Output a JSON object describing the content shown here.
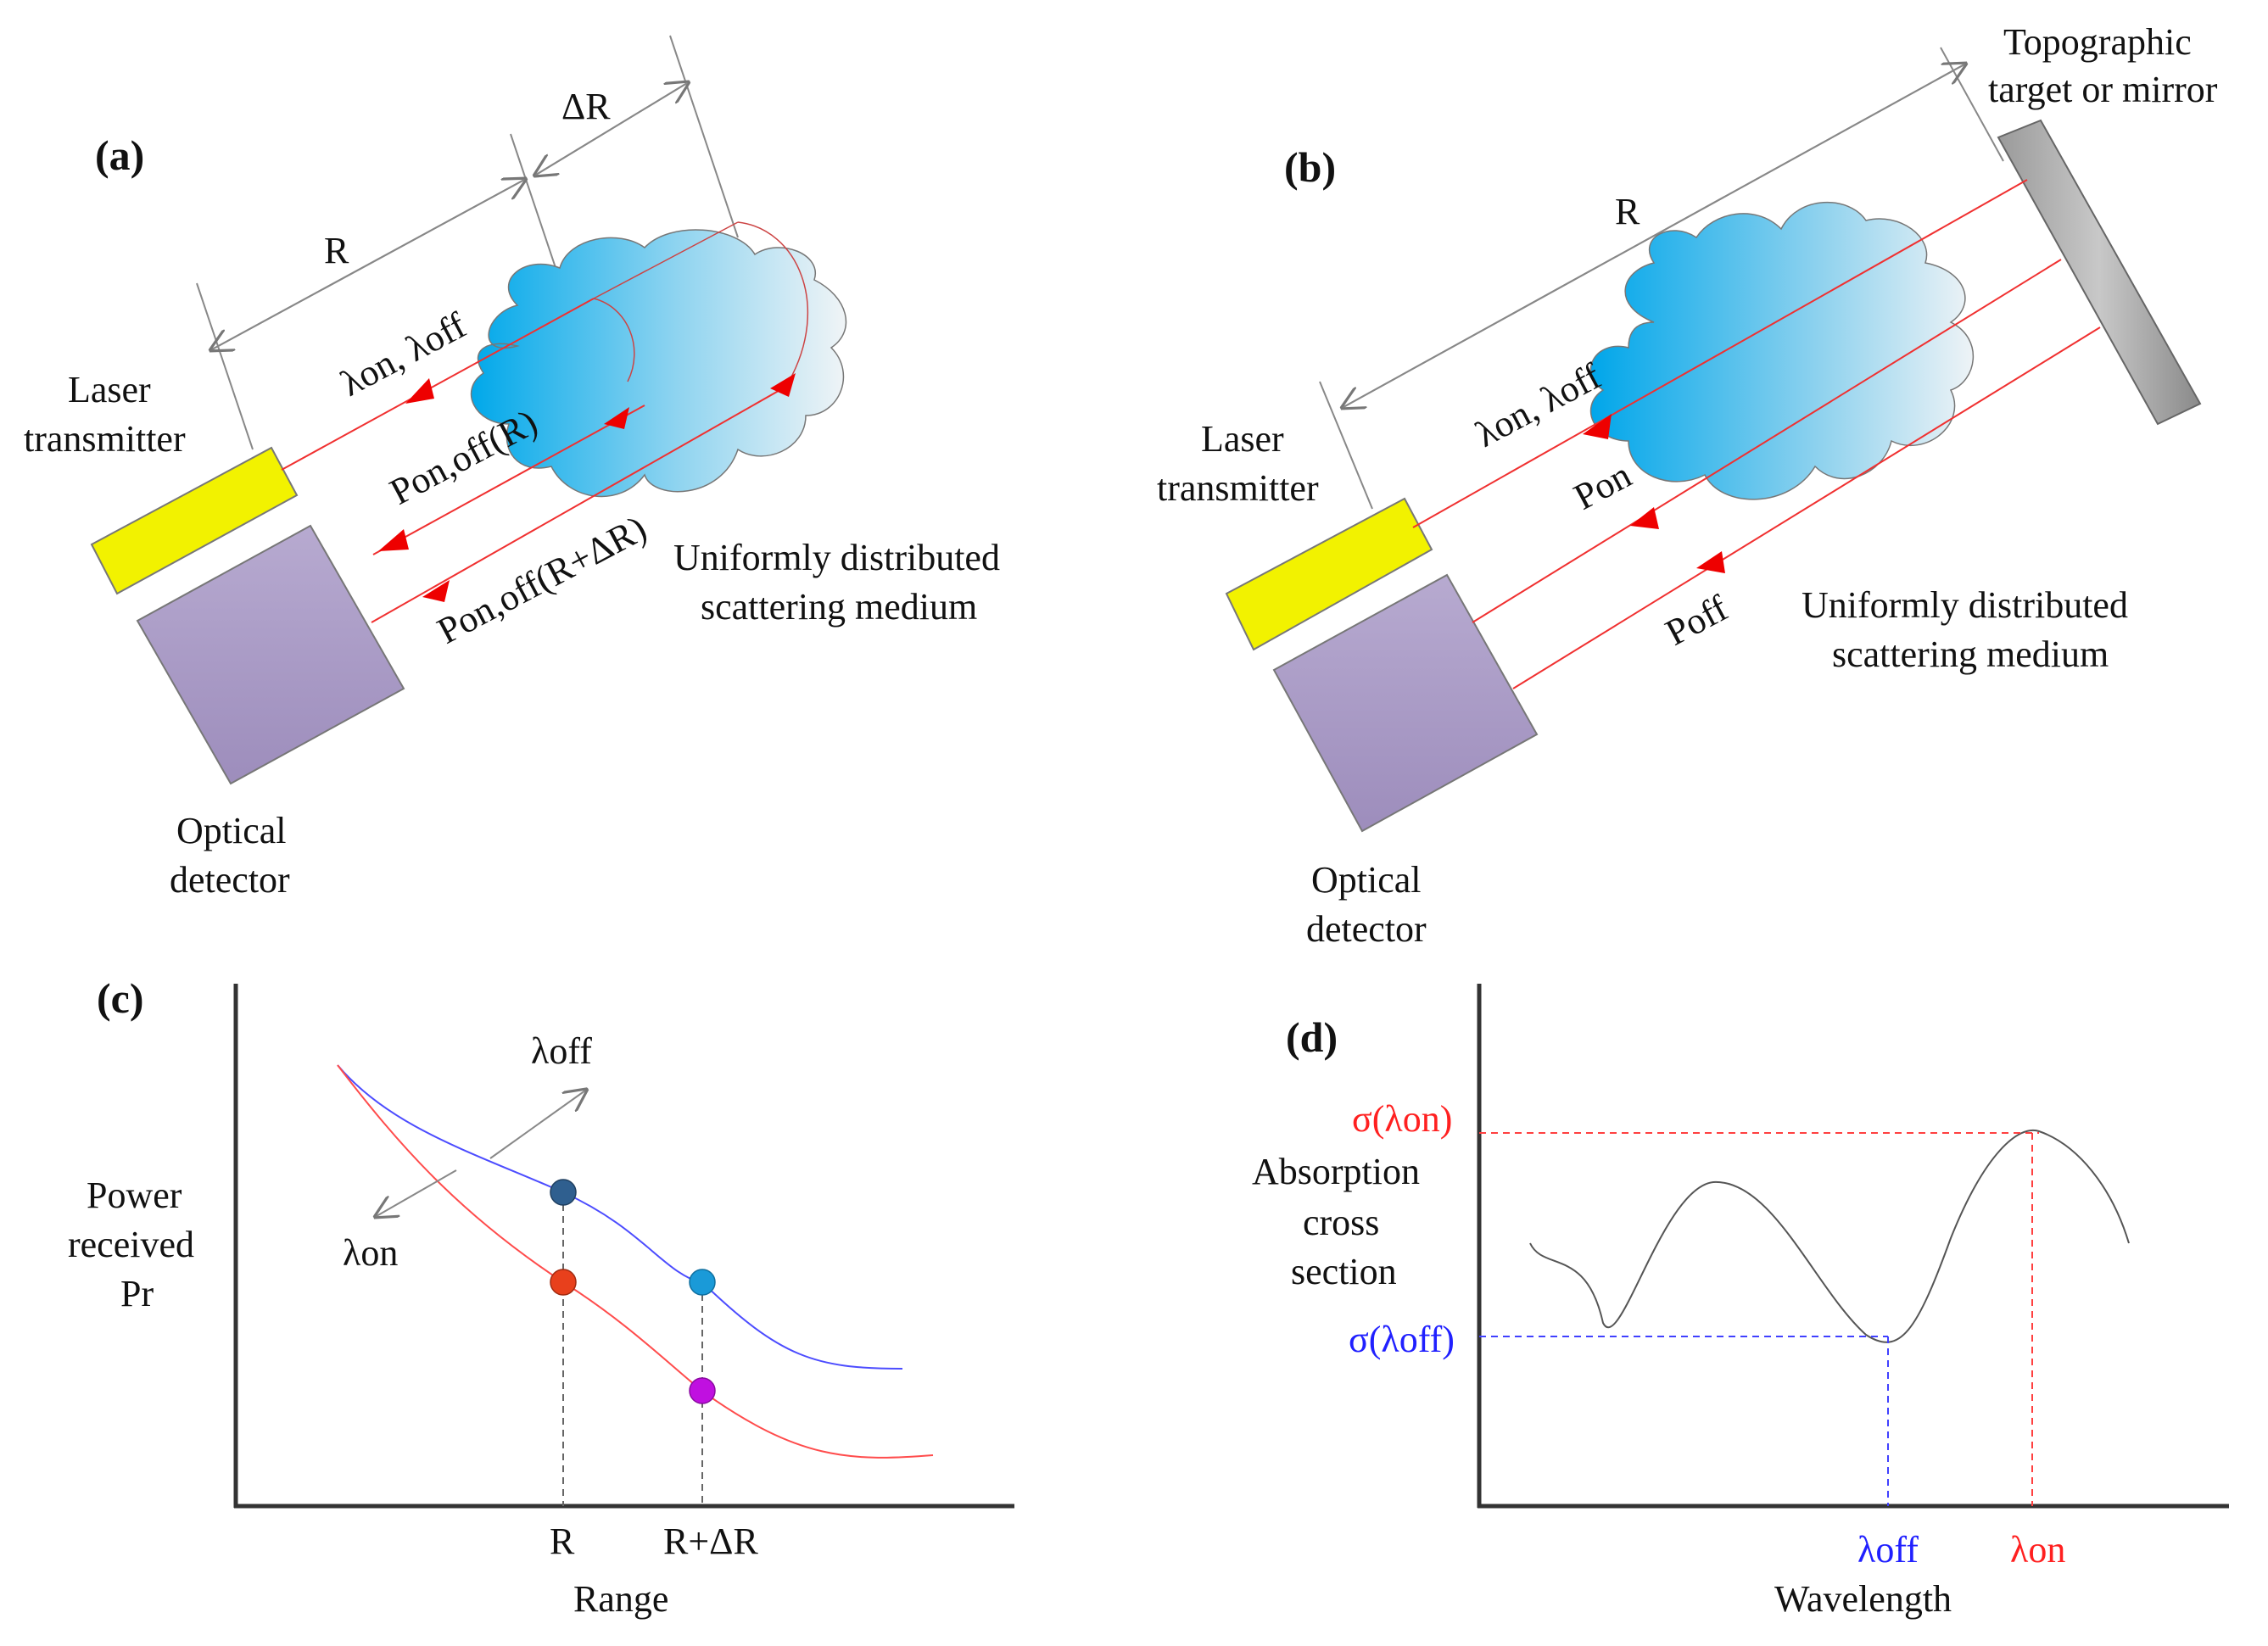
{
  "panels": {
    "a": {
      "tag": "(a)",
      "range_label": "R",
      "delta_label": "ΔR",
      "laser_label": [
        "Laser",
        "transmitter"
      ],
      "detector_label": [
        "Optical",
        "detector"
      ],
      "medium_label": [
        "Uniformly distributed",
        "scattering medium"
      ],
      "beam_label": "λon, λoff",
      "return_r_label": "Pon,off(R)",
      "return_rdr_label": "Pon,off(R+ΔR)"
    },
    "b": {
      "tag": "(b)",
      "range_label": "R",
      "target_label": [
        "Topographic",
        "target or mirror"
      ],
      "laser_label": [
        "Laser",
        "transmitter"
      ],
      "detector_label": [
        "Optical",
        "detector"
      ],
      "medium_label": [
        "Uniformly distributed",
        "scattering medium"
      ],
      "beam_label": "λon, λoff",
      "p_on_label": "Pon",
      "p_off_label": "Poff"
    },
    "c": {
      "tag": "(c)",
      "ylabel": [
        "Power",
        "received",
        "Pr"
      ],
      "xlabel": "Range",
      "xticks": [
        "R",
        "R+ΔR"
      ],
      "series": [
        {
          "name": "λoff",
          "color": "#3b3bff"
        },
        {
          "name": "λon",
          "color": "#ff3b3b"
        }
      ],
      "points": [
        {
          "series": "λoff",
          "at": "R",
          "color": "#2f5f8f"
        },
        {
          "series": "λoff",
          "at": "R+ΔR",
          "color": "#1a9ad8"
        },
        {
          "series": "λon",
          "at": "R",
          "color": "#e8401c"
        },
        {
          "series": "λon",
          "at": "R+ΔR",
          "color": "#c010e0"
        }
      ]
    },
    "d": {
      "tag": "(d)",
      "ylabel": [
        "Absorption",
        "cross",
        "section"
      ],
      "xlabel": "Wavelength",
      "sigma_on": "σ(λon)",
      "sigma_off": "σ(λoff)",
      "lambda_off": "λoff",
      "lambda_on": "λon",
      "on_color": "#ff2020",
      "off_color": "#2020ff"
    }
  }
}
